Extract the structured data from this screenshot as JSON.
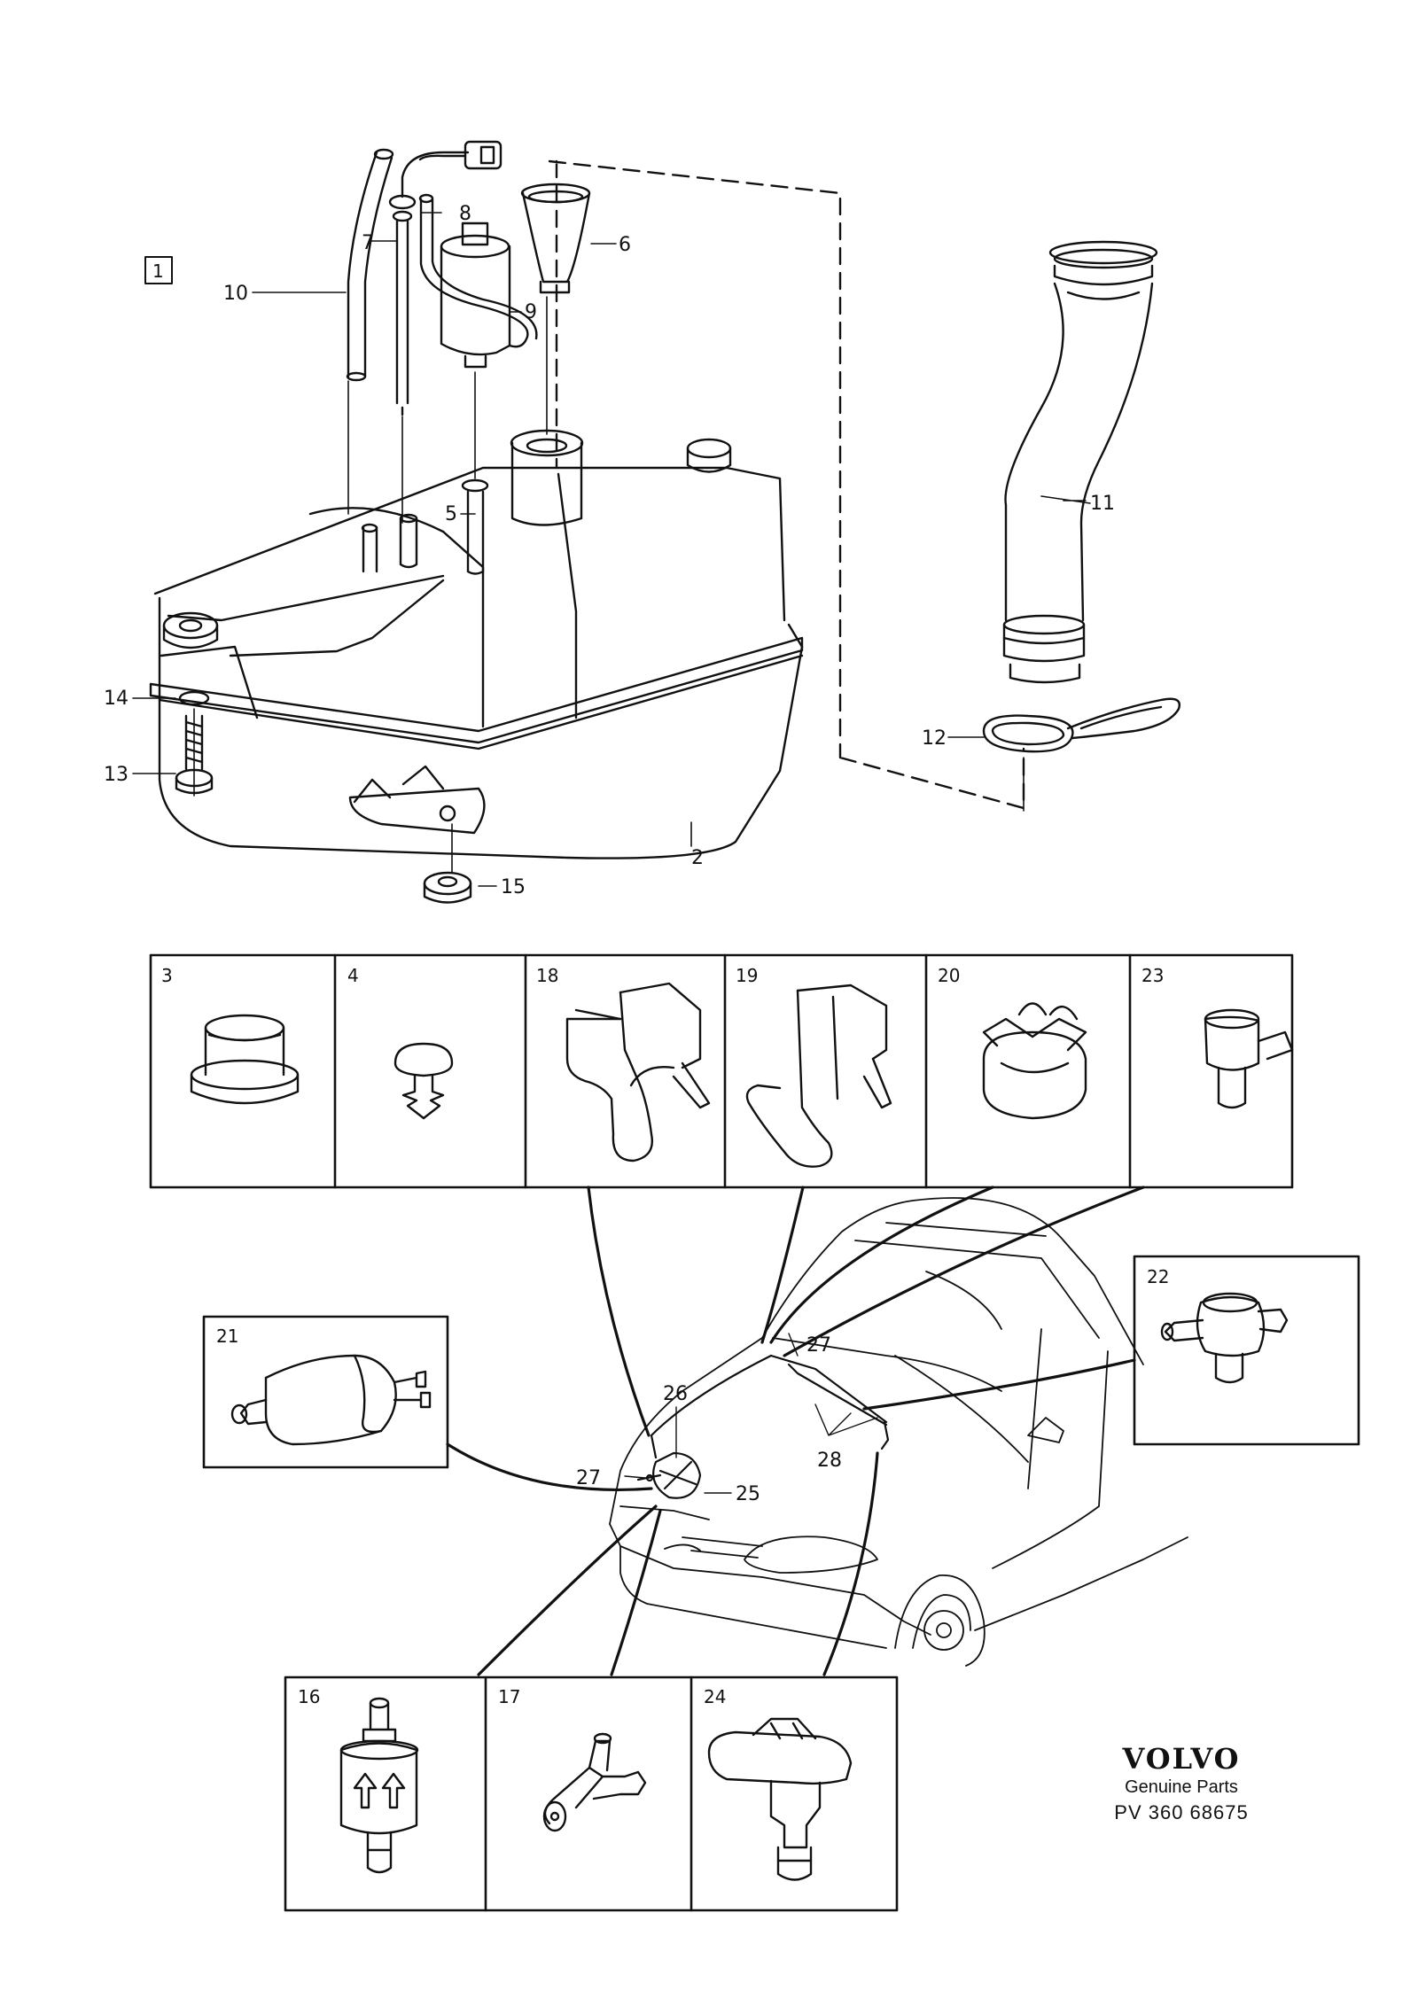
{
  "diagram": {
    "group_badge": "1",
    "callouts": {
      "c2": "2",
      "c5": "5",
      "c6": "6",
      "c7": "7",
      "c8": "8",
      "c9": "9",
      "c10": "10",
      "c11": "11",
      "c12": "12",
      "c13": "13",
      "c14": "14",
      "c15": "15",
      "c25": "25",
      "c26": "26",
      "c27a": "27",
      "c27b": "27",
      "c28": "28"
    },
    "top_row_boxes": [
      "3",
      "4",
      "18",
      "19",
      "20",
      "23"
    ],
    "box_21": "21",
    "box_22": "22",
    "bottom_row_boxes": [
      "16",
      "17",
      "24"
    ]
  },
  "brand": {
    "logo": "VOLVO",
    "subtitle": "Genuine Parts",
    "code": "PV 360 68675"
  }
}
